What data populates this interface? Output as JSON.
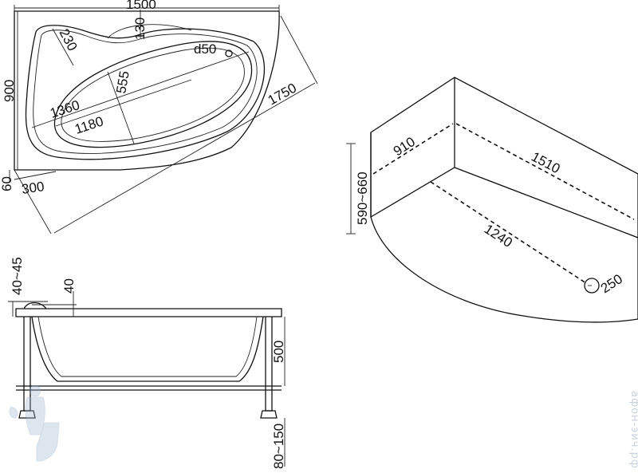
{
  "top_view": {
    "width": "1500",
    "headrest_depth": "130",
    "depth": "900",
    "diagonal": "1750",
    "armrest": "230",
    "drain": "d50",
    "inner_width": "555",
    "inner_length_outer": "1360",
    "inner_length": "1180",
    "corner_offset_y": "60",
    "corner_offset_x": "300"
  },
  "side_view": {
    "rim_height": "40~45",
    "rim_inner": "40",
    "tub_height": "500",
    "leg_adjust": "80~150"
  },
  "iso_view": {
    "side_depth": "910",
    "length": "1510",
    "height": "590~660",
    "panel_length": "1240",
    "drain_offset": "250"
  },
  "watermark": "афон-эйч.рф"
}
